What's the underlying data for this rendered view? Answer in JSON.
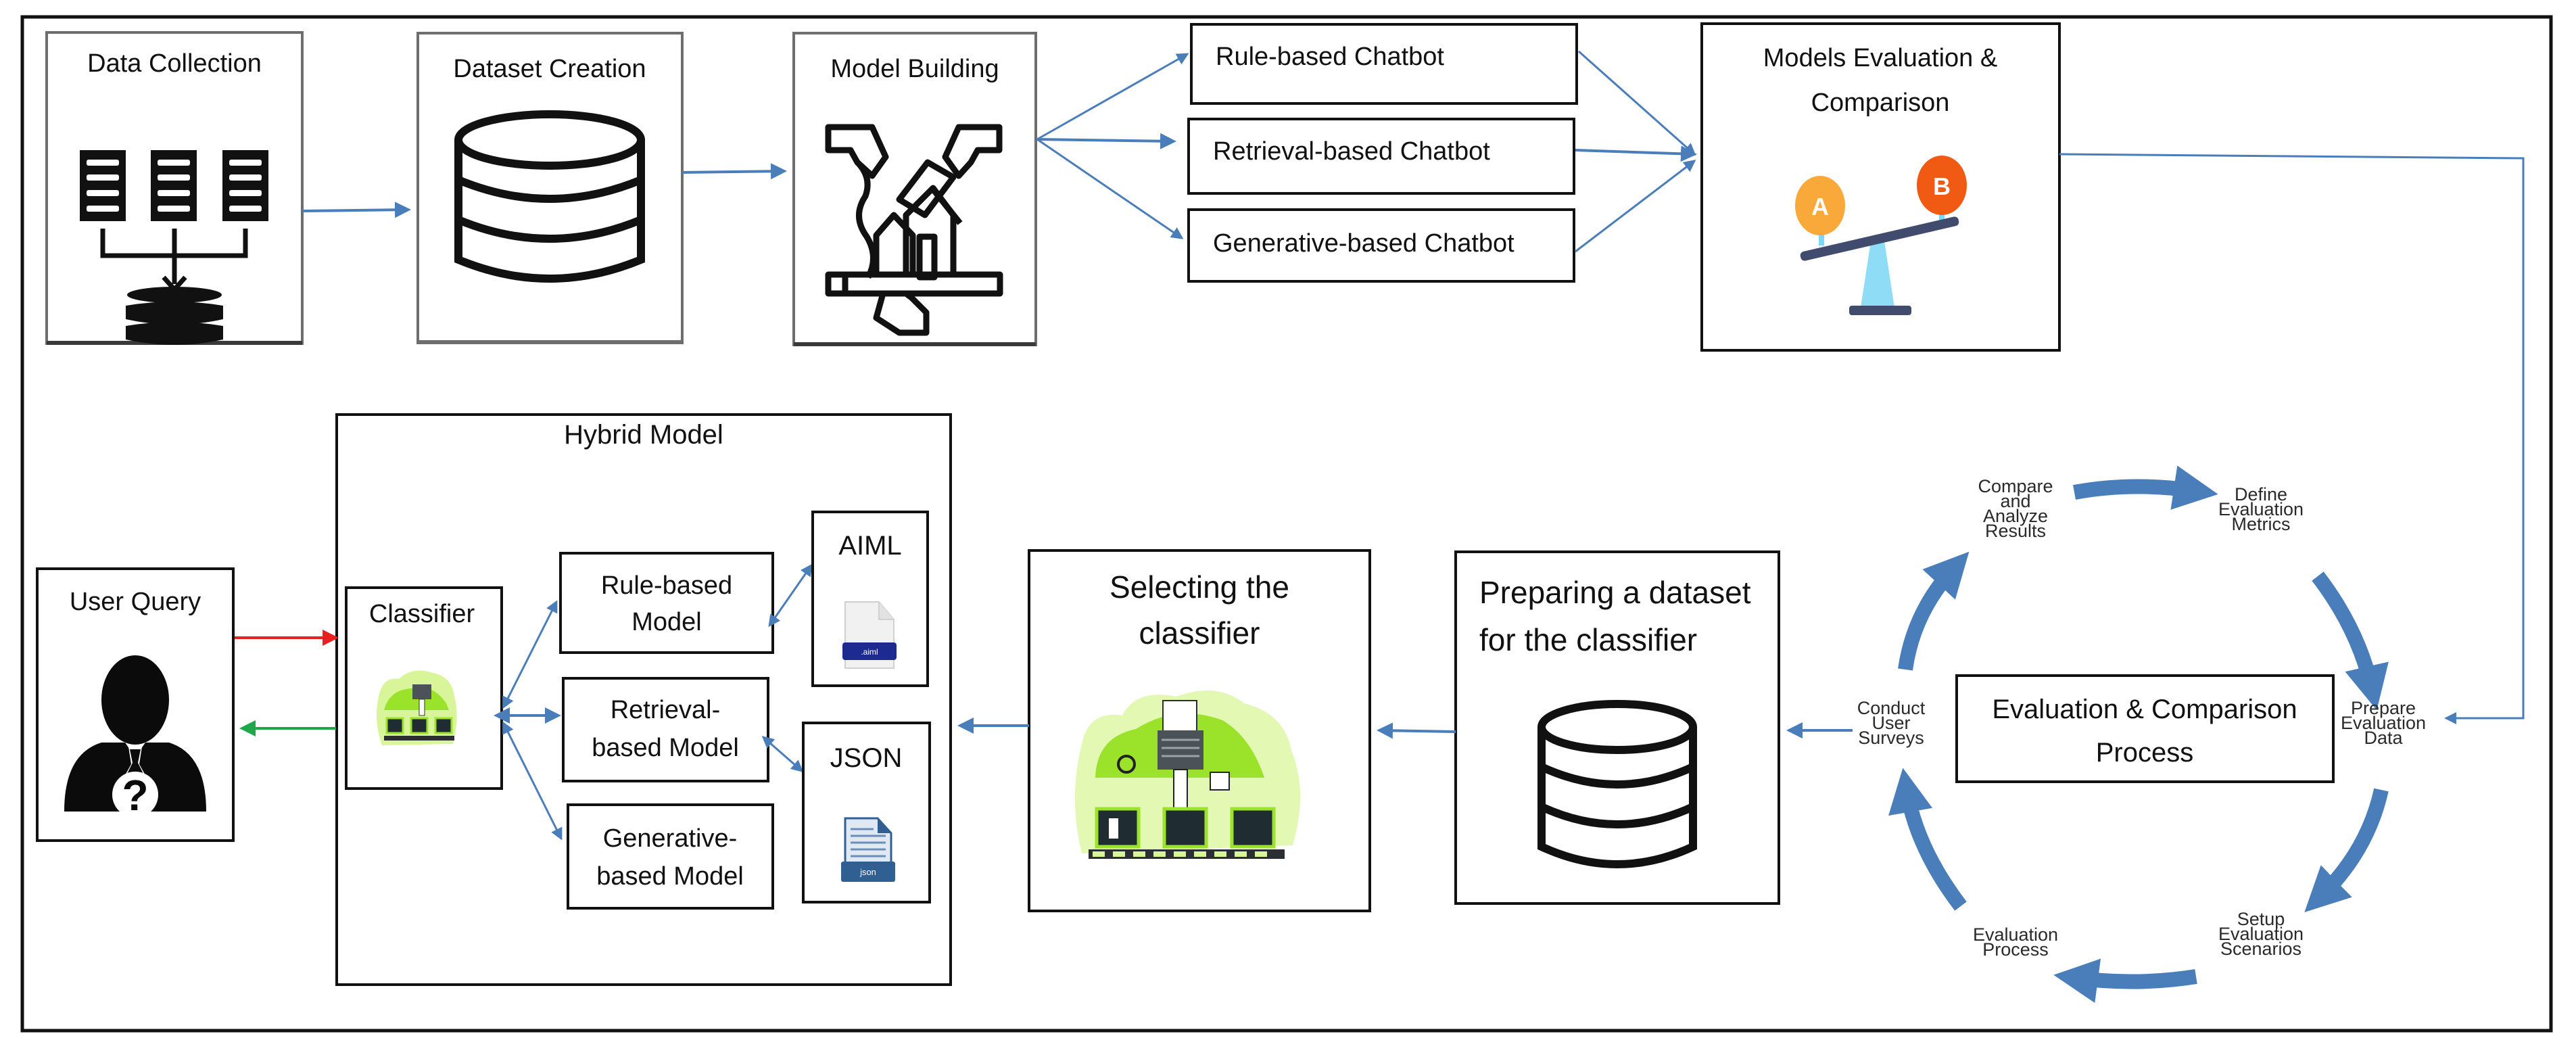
{
  "colors": {
    "connector": "#4a7ebb",
    "query_in": "#e8201e",
    "response_out": "#1ea84b",
    "scale_a": "#f8a93a",
    "scale_b": "#f05a12",
    "classifier_green": "#9be22a",
    "file_blue": "#1d3e8f"
  },
  "pipeline": {
    "data_collection": "Data Collection",
    "dataset_creation": "Dataset Creation",
    "model_building": "Model Building",
    "chatbots": [
      "Rule-based Chatbot",
      "Retrieval-based Chatbot",
      "Generative-based Chatbot"
    ],
    "models_evaluation": [
      "Models Evaluation &",
      "Comparison"
    ],
    "scale_labels": {
      "a": "A",
      "b": "B"
    }
  },
  "cycle": {
    "center": [
      "Evaluation & Comparison",
      "Process"
    ],
    "steps": [
      {
        "id": "compare",
        "lines": [
          "Compare",
          "and",
          "Analyze",
          "Results"
        ]
      },
      {
        "id": "define",
        "lines": [
          "Define",
          "Evaluation",
          "Metrics"
        ]
      },
      {
        "id": "prepare",
        "lines": [
          "Prepare",
          "Evaluation",
          "Data"
        ]
      },
      {
        "id": "setup",
        "lines": [
          "Setup",
          "Evaluation",
          "Scenarios"
        ]
      },
      {
        "id": "evalproc",
        "lines": [
          "Evaluation",
          "Process"
        ]
      },
      {
        "id": "surveys",
        "lines": [
          "Conduct",
          "User",
          "Surveys"
        ]
      }
    ]
  },
  "classifier_stage": {
    "preparing": [
      "Preparing a dataset",
      "for the classifier"
    ],
    "selecting": [
      "Selecting the",
      "classifier"
    ]
  },
  "hybrid": {
    "title": "Hybrid Model",
    "classifier": "Classifier",
    "rule_model": [
      "Rule-based",
      "Model"
    ],
    "retrieval_model": [
      "Retrieval-",
      "based Model"
    ],
    "generative_model": [
      "Generative-",
      "based Model"
    ],
    "aiml": "AIML",
    "aiml_ext": ".aiml",
    "json": "JSON",
    "json_ext": "json"
  },
  "user": {
    "title": "User Query"
  }
}
